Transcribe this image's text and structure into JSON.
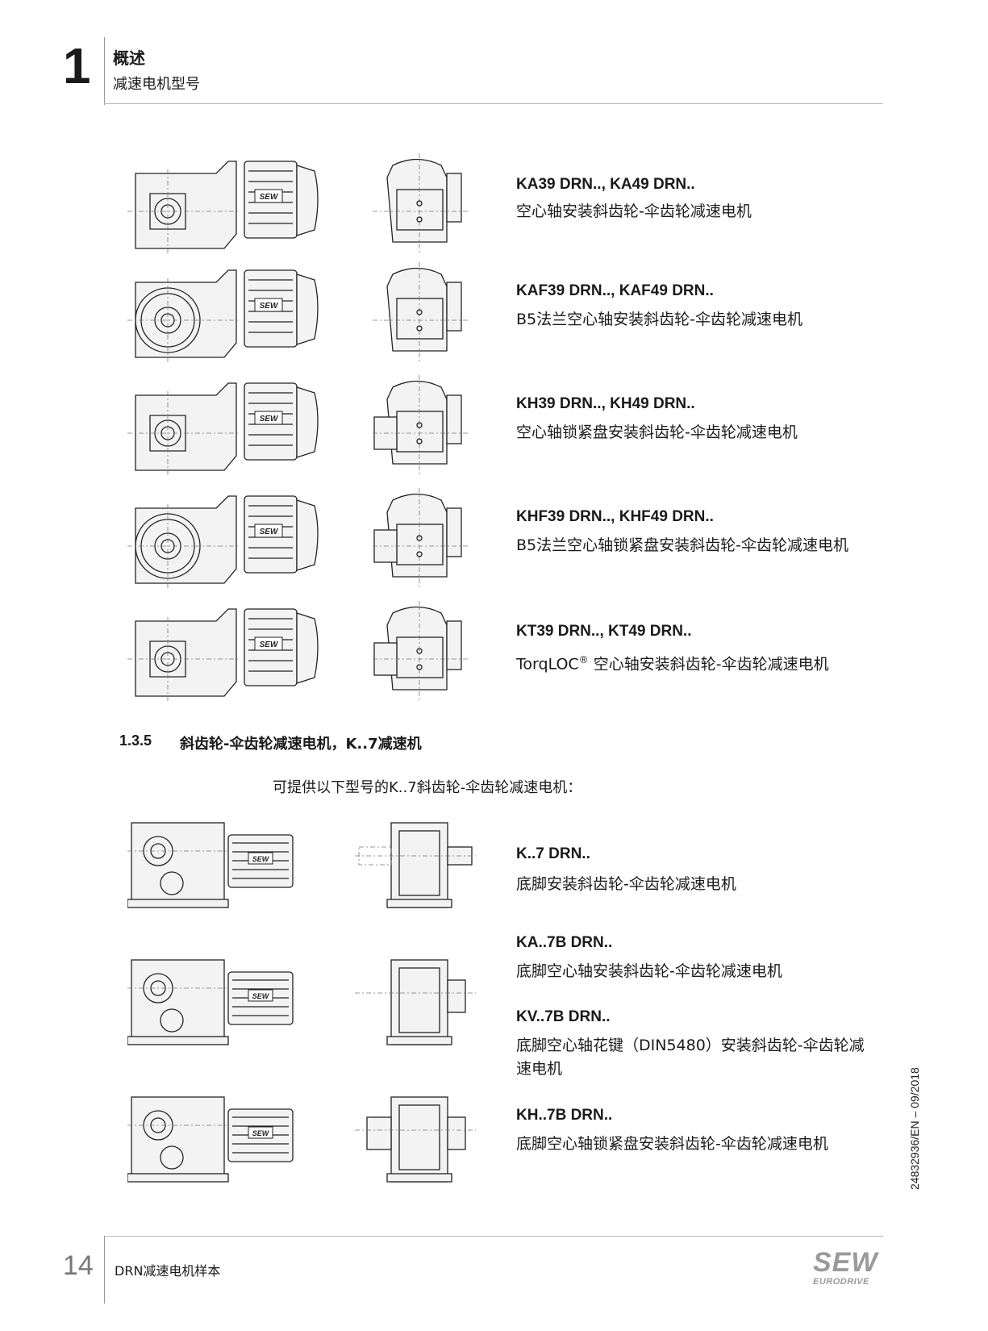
{
  "header": {
    "chapter_number": "1",
    "title": "概述",
    "subtitle": "减速电机型号"
  },
  "models": [
    {
      "code": "KA39 DRN.., KA49 DRN..",
      "description": "空心轴安装斜齿轮-伞齿轮减速电机"
    },
    {
      "code": "KAF39 DRN.., KAF49 DRN..",
      "description": "B5法兰空心轴安装斜齿轮-伞齿轮减速电机"
    },
    {
      "code": "KH39 DRN.., KH49 DRN..",
      "description": "空心轴锁紧盘安装斜齿轮-伞齿轮减速电机"
    },
    {
      "code": "KHF39 DRN.., KHF49 DRN..",
      "description": "B5法兰空心轴锁紧盘安装斜齿轮-伞齿轮减速电机"
    },
    {
      "code": "KT39 DRN.., KT49 DRN..",
      "description_prefix": "TorqLOC",
      "description_sup": "®",
      "description": " 空心轴安装斜齿轮-伞齿轮减速电机"
    }
  ],
  "section": {
    "number": "1.3.5",
    "title": "斜齿轮-伞齿轮减速电机，K..7减速机",
    "intro": "可提供以下型号的K..7斜齿轮-伞齿轮减速电机："
  },
  "k7_models": [
    {
      "code": "K..7 DRN..",
      "description": "底脚安装斜齿轮-伞齿轮减速电机"
    },
    {
      "code": "KA..7B DRN..",
      "description": "底脚空心轴安装斜齿轮-伞齿轮减速电机"
    },
    {
      "code": "KV..7B DRN..",
      "description": "底脚空心轴花键（DIN5480）安装斜齿轮-伞齿轮减速电机"
    },
    {
      "code": "KH..7B DRN..",
      "description": "底脚空心轴锁紧盘安装斜齿轮-伞齿轮减速电机"
    }
  ],
  "motor_badge": "SEW",
  "side_doc_id": "24832936/EN – 09/2018",
  "footer": {
    "page_number": "14",
    "title": "DRN减速电机样本"
  },
  "logo": {
    "main": "SEW",
    "sub": "EURODRIVE"
  }
}
